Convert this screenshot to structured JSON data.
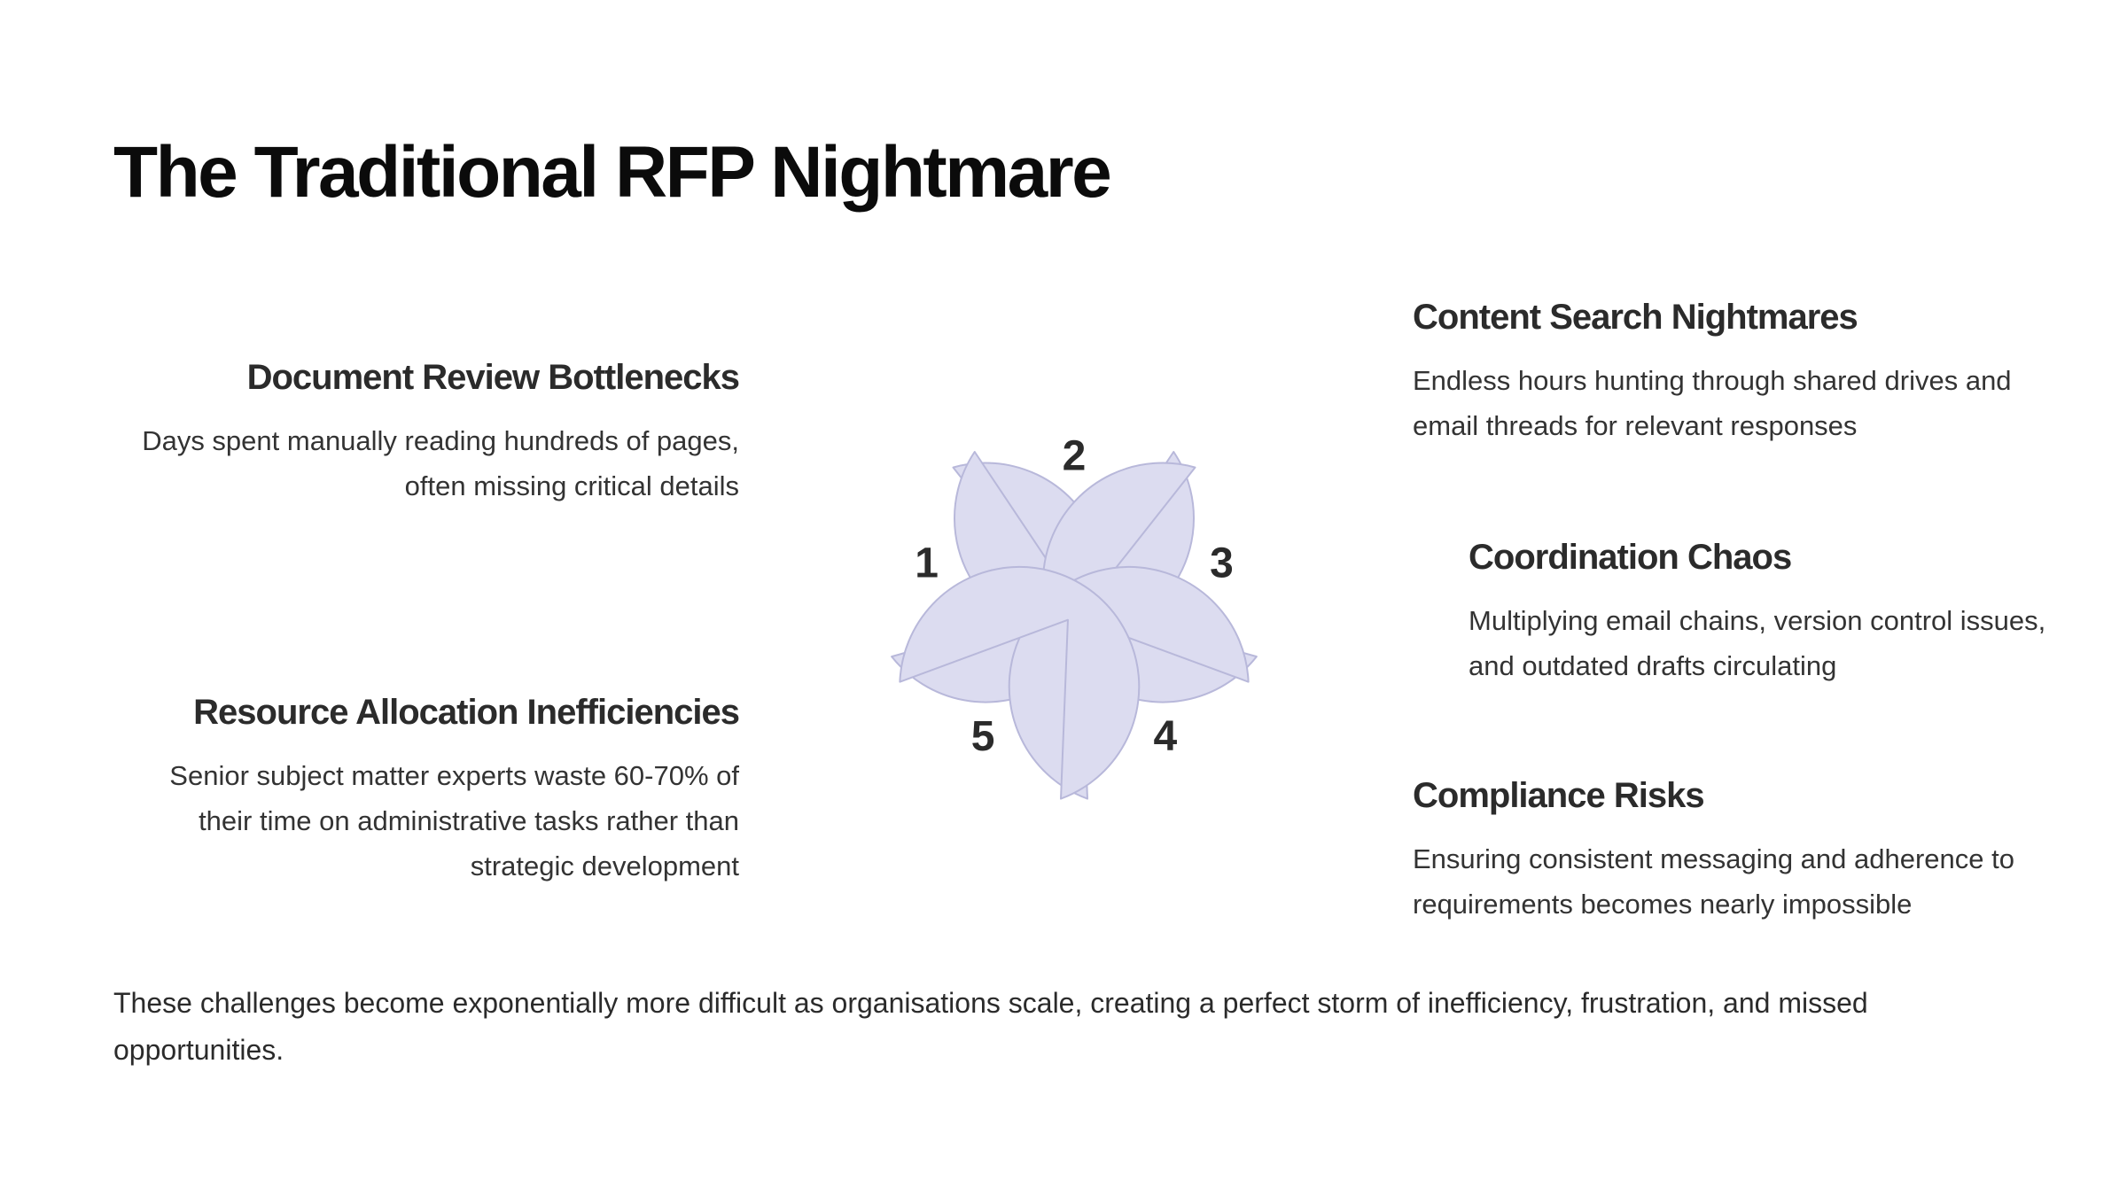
{
  "title": "The Traditional RFP Nightmare",
  "petals": [
    {
      "number": "1",
      "heading": "Document Review Bottlenecks",
      "text": "Days spent manually reading hundreds of pages, often missing critical details"
    },
    {
      "number": "2",
      "heading": "Content Search Nightmares",
      "text": "Endless hours hunting through shared drives and email threads for relevant responses"
    },
    {
      "number": "3",
      "heading": "Coordination Chaos",
      "text": "Multiplying email chains, version control issues, and outdated drafts circulating"
    },
    {
      "number": "4",
      "heading": "Compliance Risks",
      "text": "Ensuring consistent messaging and adherence to requirements becomes nearly impossible"
    },
    {
      "number": "5",
      "heading": "Resource Allocation Inefficiencies",
      "text": "Senior subject matter experts waste 60-70% of their time on administrative tasks rather than strategic development"
    }
  ],
  "footer": "These challenges become exponentially more difficult as organisations scale, creating a perfect storm of inefficiency, frustration, and missed opportunities.",
  "colors": {
    "petal_fill": "#dcdcf0",
    "petal_stroke": "#b8b8da"
  }
}
